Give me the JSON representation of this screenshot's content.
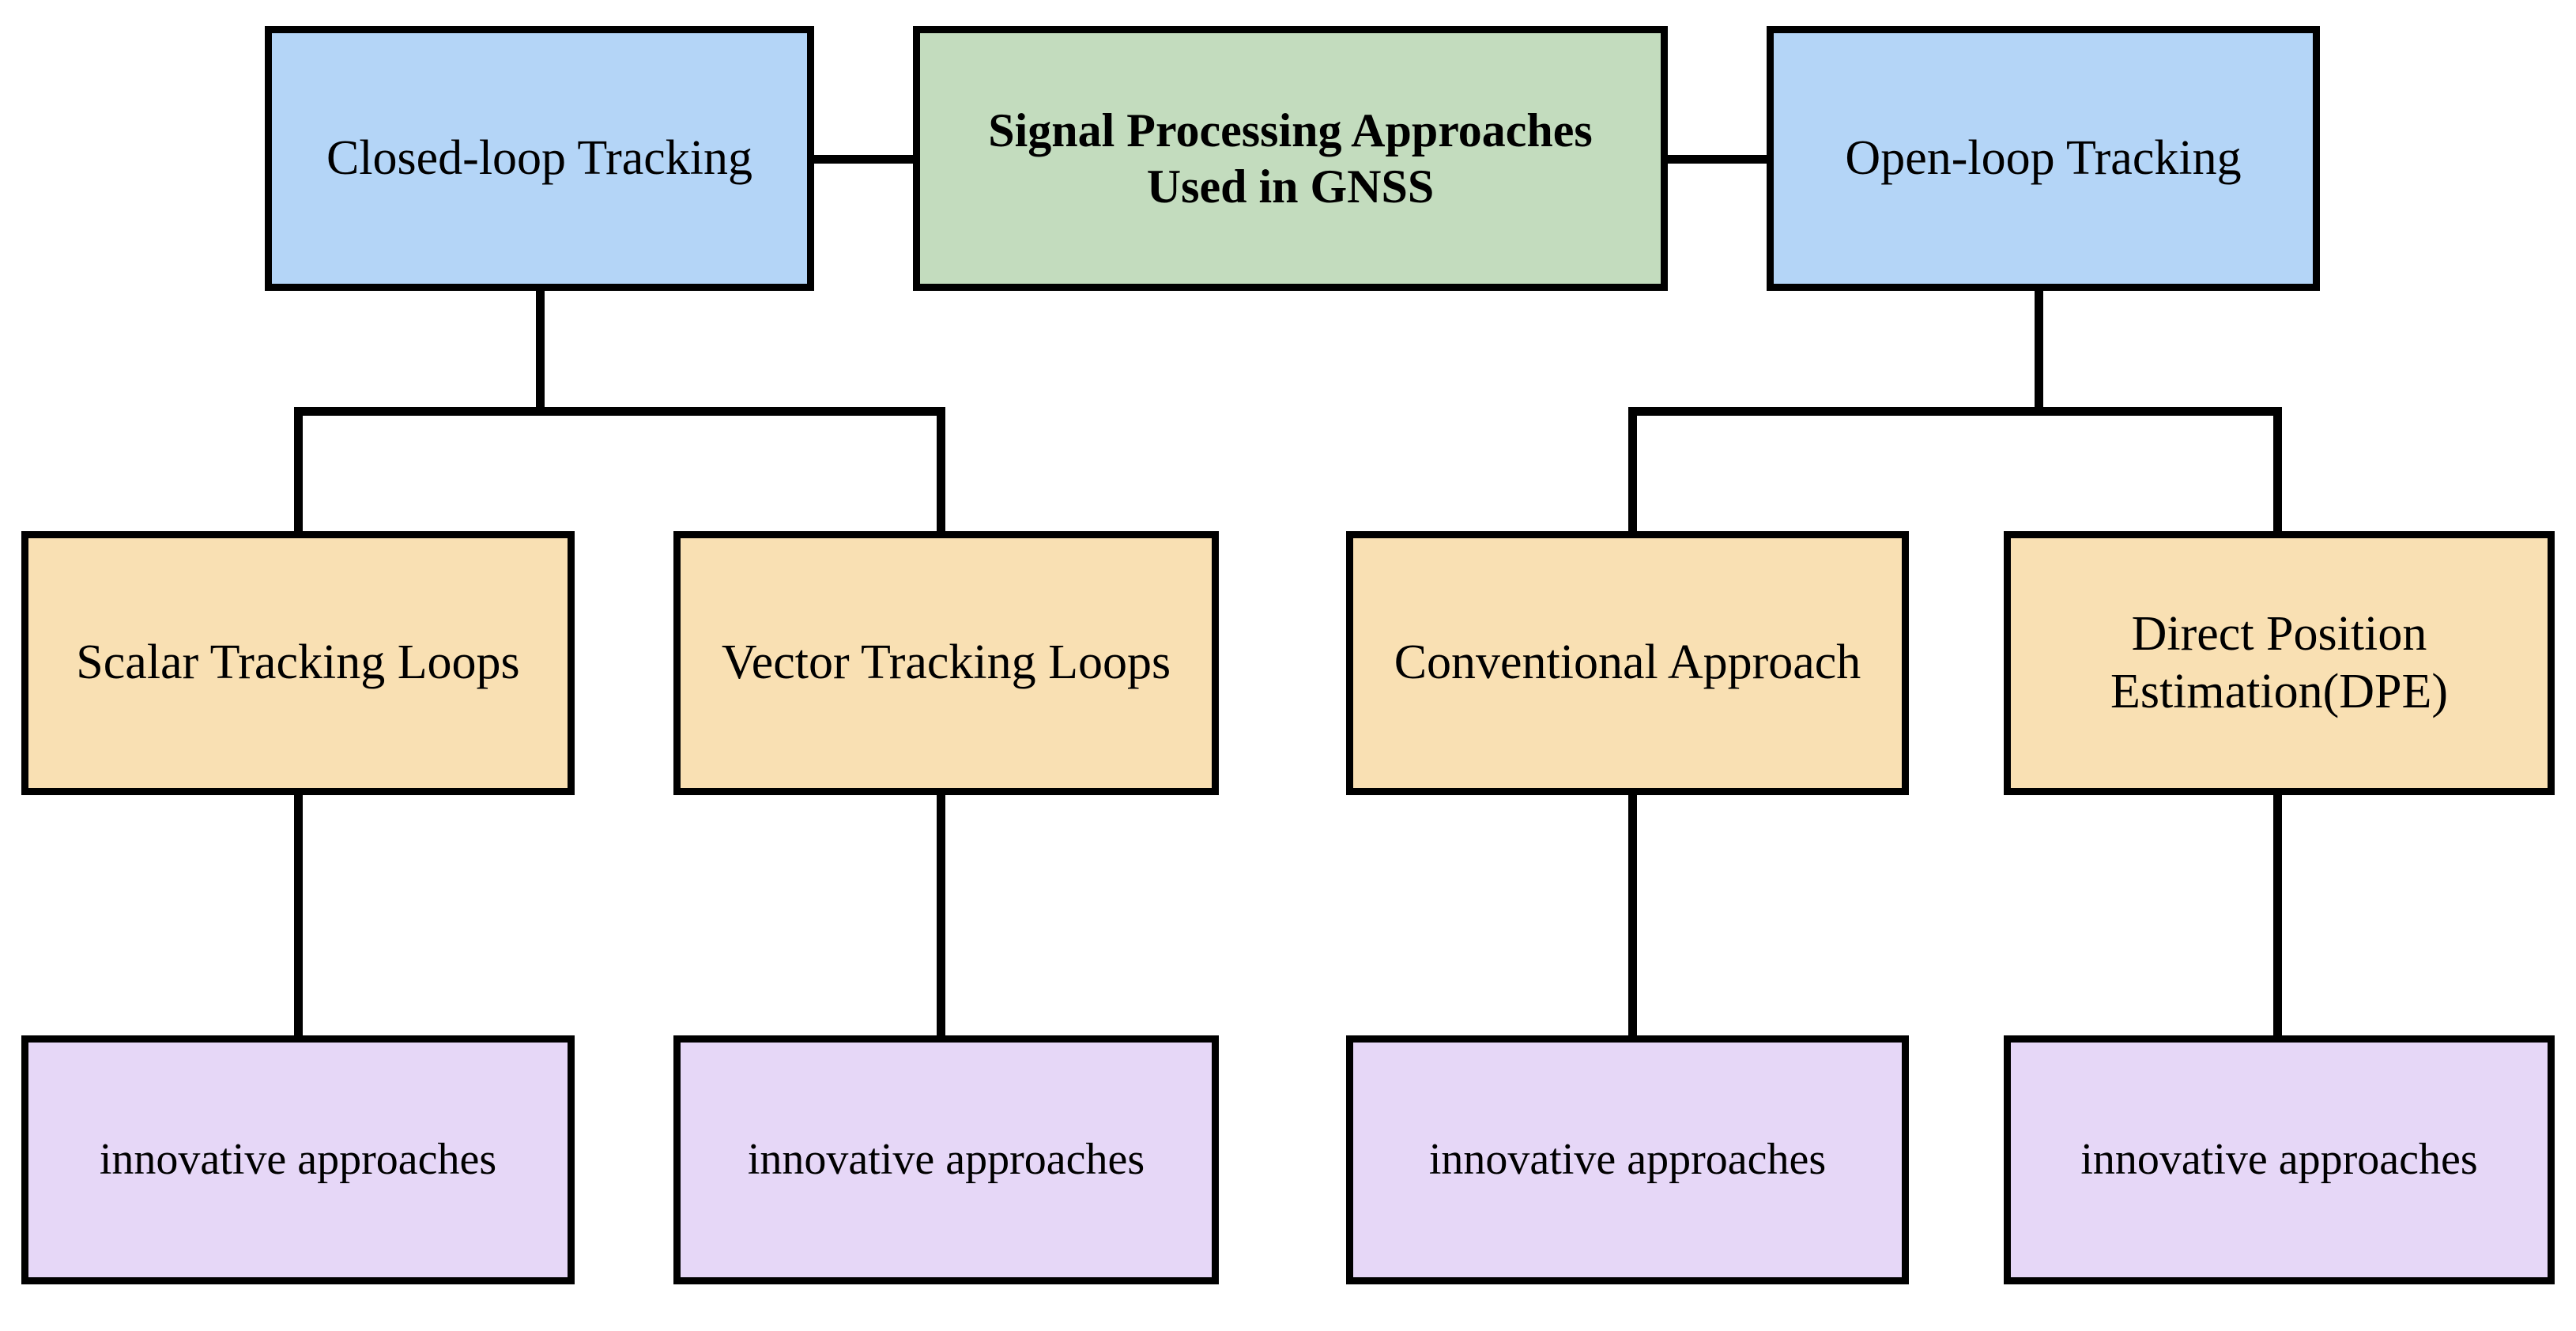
{
  "diagram": {
    "title_node": {
      "label": "Signal Processing Approaches\nUsed in GNSS",
      "color": "#c3dcbe"
    },
    "branches": [
      {
        "label": "Closed-loop Tracking",
        "color": "#b4d5f7"
      },
      {
        "label": "Open-loop  Tracking",
        "color": "#b4d5f7"
      }
    ],
    "methods": [
      {
        "label": "Scalar Tracking Loops",
        "color": "#f9e0b3"
      },
      {
        "label": "Vector Tracking Loops",
        "color": "#f9e0b3"
      },
      {
        "label": "Conventional Approach",
        "color": "#f9e0b3"
      },
      {
        "label": "Direct Position\nEstimation(DPE)",
        "color": "#f9e0b3"
      }
    ],
    "leaves": [
      {
        "label": "innovative approaches",
        "color": "#e6d7f7"
      },
      {
        "label": "innovative approaches",
        "color": "#e6d7f7"
      },
      {
        "label": "innovative approaches",
        "color": "#e6d7f7"
      },
      {
        "label": "innovative approaches",
        "color": "#e6d7f7"
      }
    ],
    "line_color": "#000000"
  }
}
